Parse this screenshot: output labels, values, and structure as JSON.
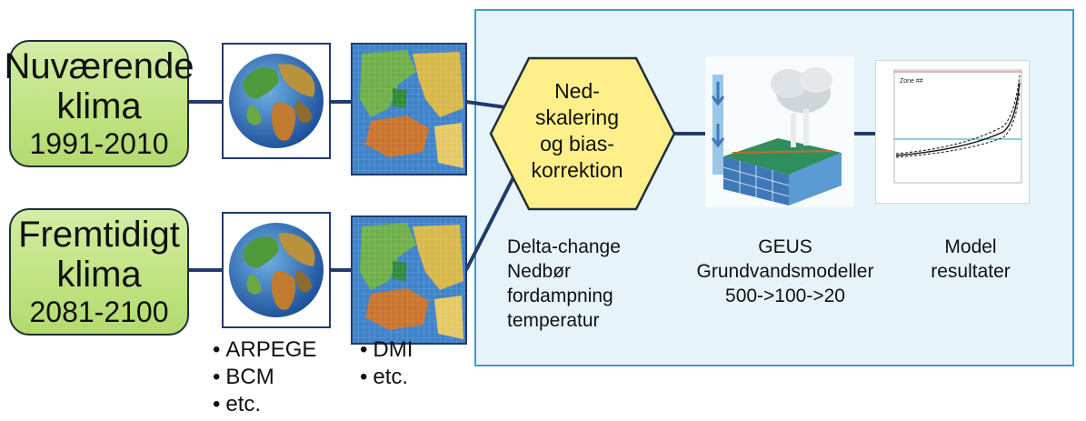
{
  "periods": [
    {
      "line1": "Nuværende",
      "line2": "klima",
      "years": "1991-2010"
    },
    {
      "line1": "Fremtidigt",
      "line2": "klima",
      "years": "2081-2100"
    }
  ],
  "global_models": {
    "items": [
      "ARPEGE",
      "BCM",
      "etc."
    ]
  },
  "regional_models": {
    "items": [
      "DMI",
      "etc."
    ]
  },
  "downscaling": {
    "lines": [
      "Ned-",
      "skalering",
      "og bias-",
      "korrektion"
    ]
  },
  "delta_change": {
    "lines": [
      "Delta-change",
      "Nedbør",
      "fordampning",
      "temperatur"
    ]
  },
  "geus": {
    "lines": [
      "GEUS",
      "Grundvandsmodeller",
      "500->100->20"
    ]
  },
  "model_results": {
    "lines": [
      "Model",
      "resultater"
    ],
    "plot_title": "Zone ##"
  },
  "colors": {
    "box_green": "#bfe27f",
    "panel_bg": "#e6f4fa",
    "panel_border": "#3aa0c4",
    "hexagon": "#ffef8a",
    "connector": "#1f3b6f"
  },
  "icons": [
    "globe-icon",
    "europe-map-icon",
    "groundwater-model-icon",
    "result-plot-icon"
  ]
}
